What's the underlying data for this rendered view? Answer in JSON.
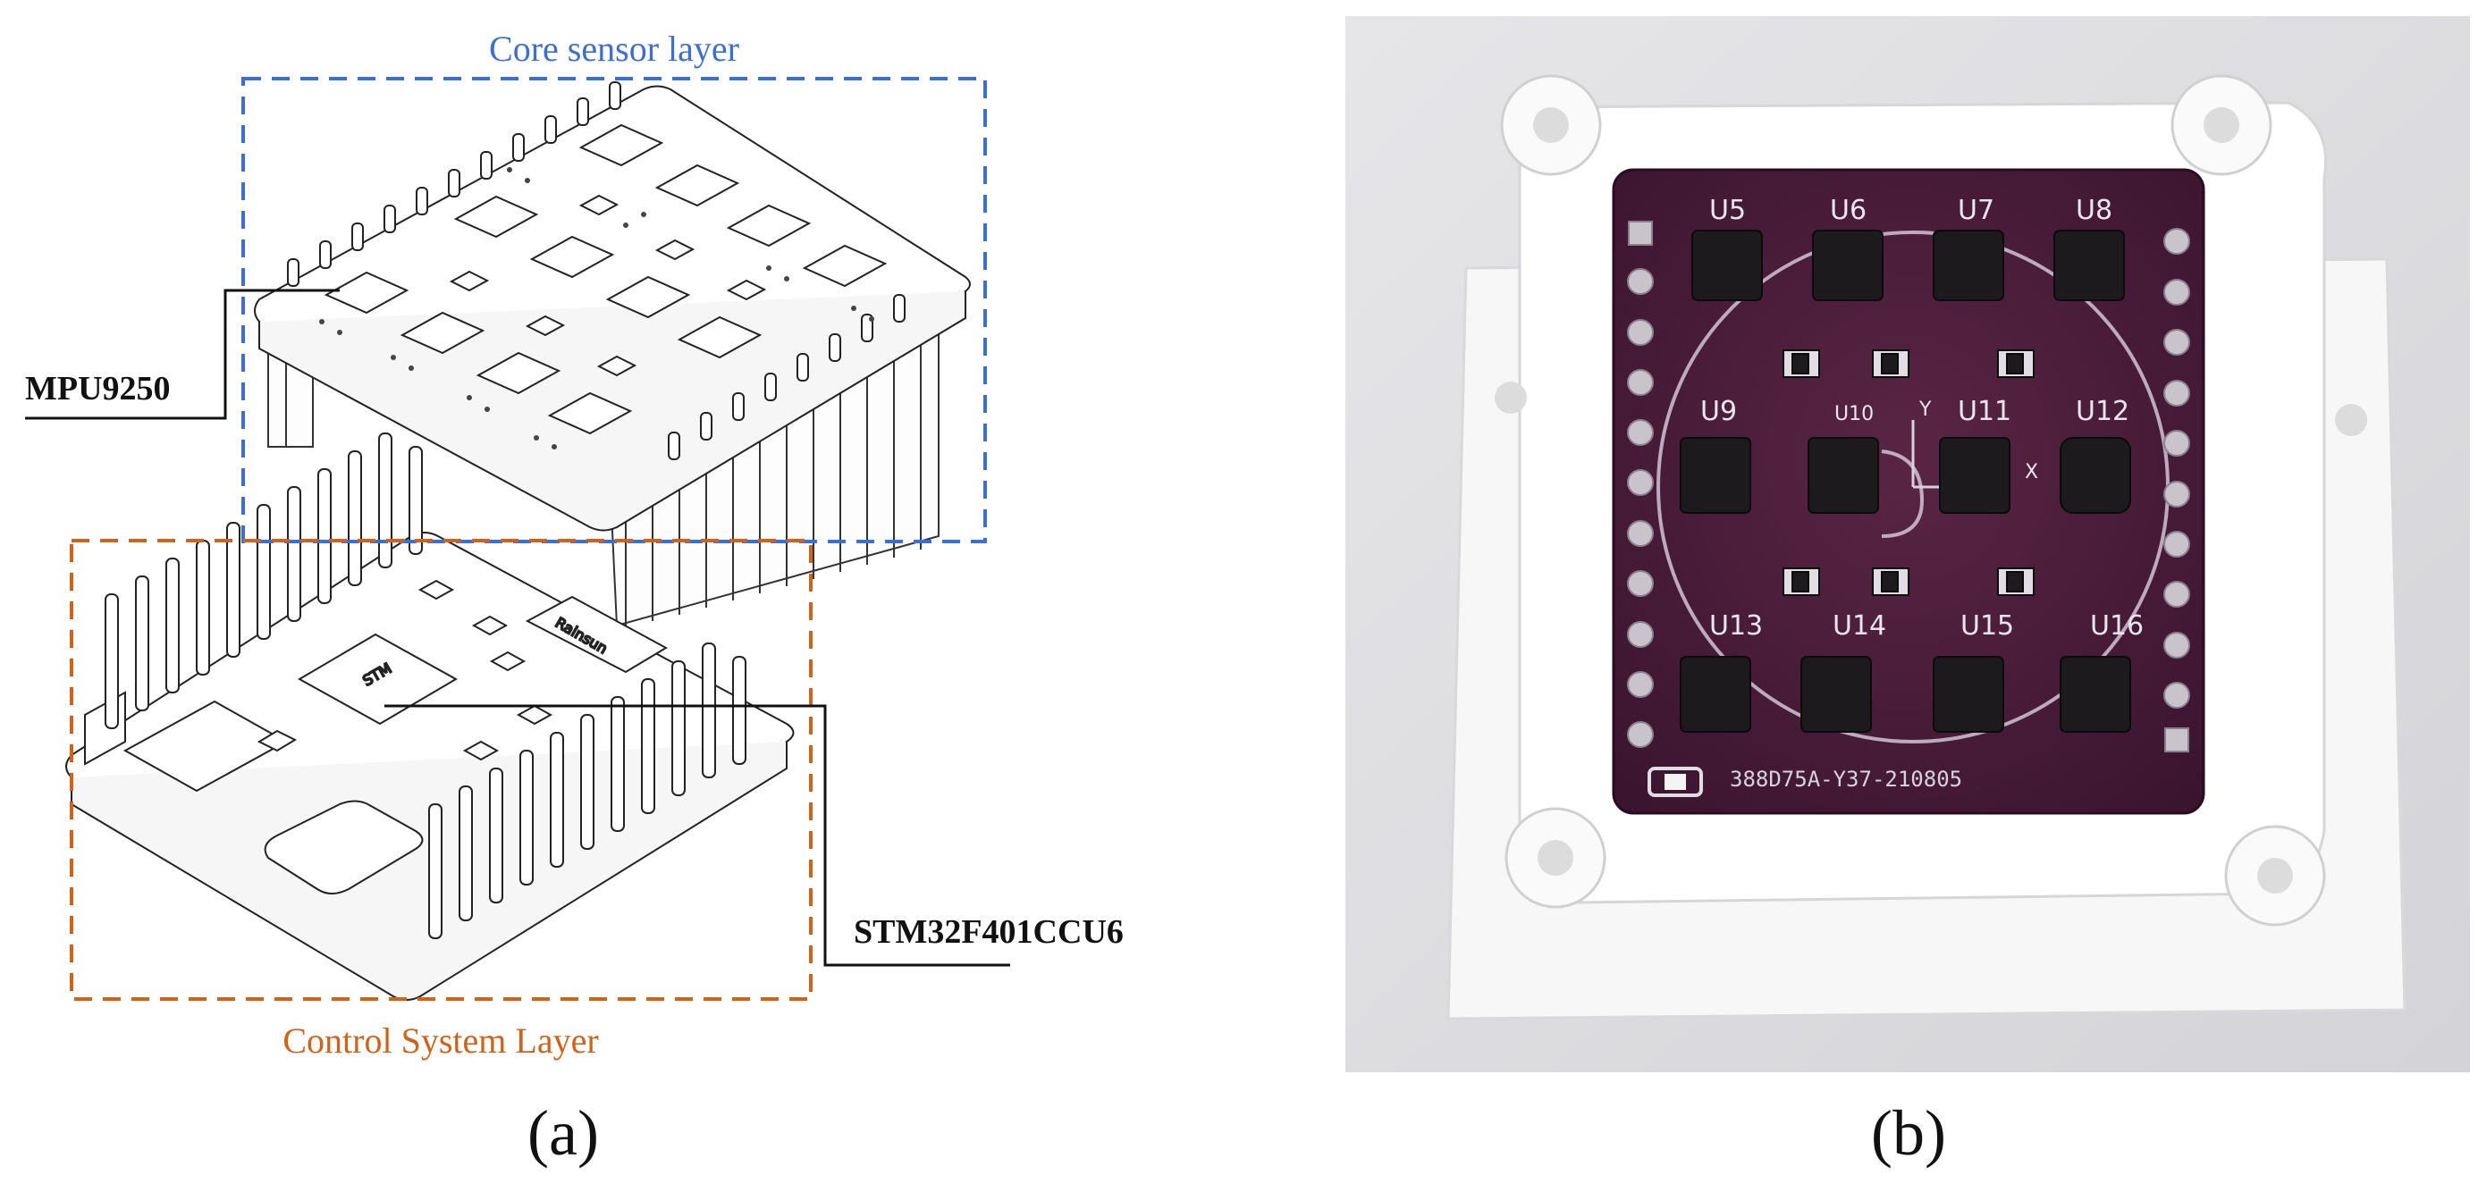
{
  "panel_a": {
    "core_layer_label": "Core sensor layer",
    "control_layer_label": "Control System Layer",
    "mpu_label": "MPU9250",
    "stm_label": "STM32F401CCU6",
    "module_marking": "Rainsun",
    "chip_marking": "STM",
    "caption": "(a)"
  },
  "panel_b": {
    "top_row_labels": [
      "U5",
      "U6",
      "U7",
      "U8"
    ],
    "middle_row_labels": [
      "U9",
      "U10",
      "U11",
      "U12"
    ],
    "bottom_row_labels": [
      "U13",
      "U14",
      "U15",
      "U16"
    ],
    "axis_y": "Y",
    "axis_x": "X",
    "board_code": "388D75A-Y37-210805",
    "caption": "(b)"
  },
  "colors": {
    "core_box": "#3d6fcf",
    "control_box": "#d0631c",
    "pcb": "#4a1a38",
    "housing": "#f3f3f3"
  }
}
